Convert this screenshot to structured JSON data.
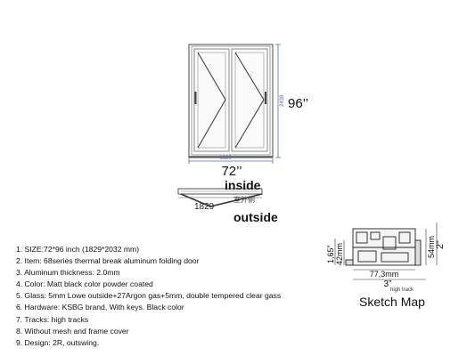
{
  "elevation": {
    "height_dim_small": "2438",
    "height_dim_big": "96’’",
    "width_dim_small": "1829",
    "width_dim_big": "72’’"
  },
  "plan": {
    "inside_label": "inside",
    "outside_label": "outside",
    "width_dim": "1829",
    "center_note": "室外侧"
  },
  "specs": [
    "1. SIZE:72*96 inch (1829*2032 mm)",
    "2. Item: 68series thermal break aluminum folding door",
    "3. Aluminum thickness: 2.0mm",
    "4. Color: Matt black color powder coated",
    "5. Glass: 5mm Lowe outside+27Argon gas+5mm, double tempered clear gass",
    "6. Hardware: KSBG brand, With keys. Black color",
    "7. Tracks: high tracks",
    "8. Without mesh and frame cover",
    "9. Design: 2R, outswing."
  ],
  "sketch": {
    "dim_left_outer": "1,65”",
    "dim_left_inner": "42mm",
    "dim_right_inner": "54mm",
    "dim_right_outer": "2”",
    "dim_width_mm": "77,3mm",
    "dim_width_in": "3”",
    "track_note": "high track",
    "title": "Sketch Map"
  }
}
